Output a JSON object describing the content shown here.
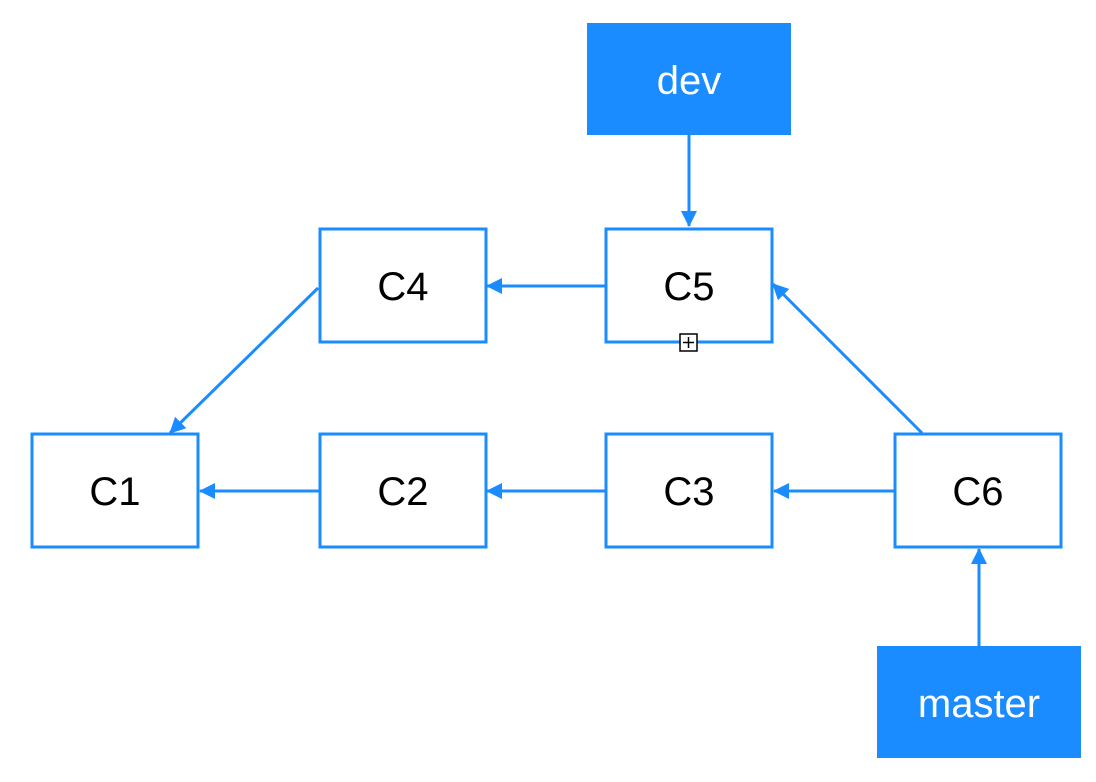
{
  "diagram": {
    "branches": {
      "dev": "dev",
      "master": "master"
    },
    "commits": {
      "c1": "C1",
      "c2": "C2",
      "c3": "C3",
      "c4": "C4",
      "c5": "C5",
      "c6": "C6"
    },
    "edges": [
      {
        "from": "dev",
        "to": "C5"
      },
      {
        "from": "C5",
        "to": "C4"
      },
      {
        "from": "C4",
        "to": "C1"
      },
      {
        "from": "C2",
        "to": "C1"
      },
      {
        "from": "C3",
        "to": "C2"
      },
      {
        "from": "C6",
        "to": "C3"
      },
      {
        "from": "C6",
        "to": "C5"
      },
      {
        "from": "master",
        "to": "C6"
      }
    ],
    "colors": {
      "accent": "#1a8cff",
      "commit_fill": "#ffffff",
      "branch_text": "#ffffff",
      "commit_text": "#000000"
    }
  }
}
